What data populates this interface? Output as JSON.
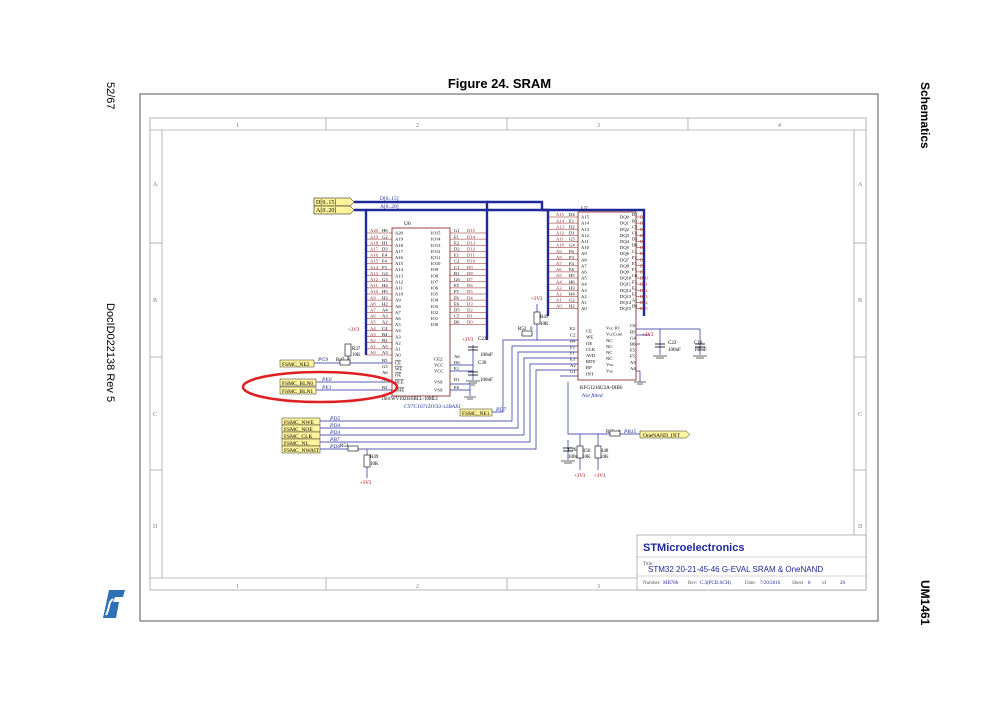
{
  "page": {
    "figure_title": "Figure 24. SRAM",
    "left_page_number": "52/67",
    "left_doc_id": "DocID022138 Rev 5",
    "right_section": "Schematics",
    "right_doc_name": "UM1461"
  },
  "frame": {
    "col_labels": [
      "1",
      "2",
      "3",
      "4"
    ],
    "row_labels": [
      "A",
      "B",
      "C",
      "D"
    ]
  },
  "title_block": {
    "company": "STMicroelectronics",
    "title_label": "Title:",
    "title": "STM32 20-21-45-46 G-EVAL SRAM & OneNAND",
    "number_label": "Number:",
    "number": "MB786",
    "rev_label": "Rev:",
    "rev": "C.3(PCB.SCH)",
    "date_label": "Date:",
    "date": "7/20/2016",
    "sheet_label": "Sheet",
    "sheet": "8",
    "of_label": "of",
    "total": "20"
  },
  "bus_ports": [
    "D[0..15]",
    "A[0..20]"
  ],
  "bus_net_labels": [
    "D[0..15]",
    "A[0..20]"
  ],
  "u6": {
    "ref": "U6",
    "part": "CY7C1071DV33-12BAXI",
    "part_top": "IS61WV102416BLL-10MLI",
    "addr_pins": [
      "A20",
      "A19",
      "A18",
      "A17",
      "A16",
      "A15",
      "A14",
      "A13",
      "A12",
      "A11",
      "A10",
      "A9",
      "A8",
      "A7",
      "A6",
      "A5",
      "A4",
      "A3",
      "A2",
      "A1",
      "A0"
    ],
    "addr_balls": [
      "H6",
      "G2",
      "H1",
      "D3",
      "E4",
      "F4",
      "F3",
      "G4",
      "G3",
      "H4",
      "H5",
      "H3",
      "H2",
      "A4",
      "A3",
      "A2",
      "C4",
      "B4",
      "B3",
      "A5",
      "A3"
    ],
    "data_pins": [
      "IO15",
      "IO14",
      "IO13",
      "IO12",
      "IO11",
      "IO10",
      "IO9",
      "IO8",
      "IO7",
      "IO6",
      "IO5",
      "IO4",
      "IO3",
      "IO2",
      "IO1",
      "IO0"
    ],
    "data_balls": [
      "G1",
      "F1",
      "E2",
      "D2",
      "E1",
      "C2",
      "C1",
      "B1",
      "G6",
      "E5",
      "F5",
      "F6",
      "E6",
      "D5",
      "C5",
      "B6"
    ],
    "data_nets": [
      "D15",
      "D14",
      "D13",
      "D12",
      "D11",
      "D10",
      "D9",
      "D8",
      "D7",
      "D6",
      "D5",
      "D4",
      "D3",
      "D2",
      "D1",
      "D0"
    ],
    "ctrl_left_balls": [
      "B5",
      "G5",
      "A6"
    ],
    "ctrl_left": [
      "CE",
      "WE",
      "OE"
    ],
    "ctrl_right": [
      "CE2",
      "VCC",
      "VCC"
    ],
    "ctrl_right_balls": [
      "A6",
      "D6",
      "E1"
    ],
    "bls": [
      "BLE",
      "BHE"
    ],
    "bls_balls": [
      "A1",
      "B2"
    ],
    "vss": [
      "VSS",
      "VSS"
    ],
    "vss_balls": [
      "D1",
      "E6"
    ]
  },
  "u7": {
    "ref": "U7",
    "part": "KFG1216U2A-DIB6",
    "note": "Not fitted",
    "addr_pins": [
      "A15",
      "A14",
      "A13",
      "A12",
      "A11",
      "A10",
      "A9",
      "A8",
      "A7",
      "A6",
      "A5",
      "A4",
      "A3",
      "A2",
      "A1",
      "A0"
    ],
    "addr_nets": [
      "A15",
      "A14",
      "A13",
      "A12",
      "A11",
      "A10",
      "A9",
      "A8",
      "A7",
      "A6",
      "A5",
      "A4",
      "A3",
      "A2",
      "A1",
      "A0"
    ],
    "addr_balls": [
      "D4",
      "E1",
      "D2",
      "D1",
      "G5",
      "G4",
      "F6",
      "F3",
      "F4",
      "E6",
      "H5",
      "H6",
      "H3",
      "H4",
      "G2",
      "H2"
    ],
    "data_pins": [
      "DQ0",
      "DQ1",
      "DQ2",
      "DQ3",
      "DQ4",
      "DQ5",
      "DQ6",
      "DQ7",
      "DQ8",
      "DQ9",
      "DQ10",
      "DQ11",
      "DQ12",
      "DQ13",
      "DQ14",
      "DQ15"
    ],
    "data_balls": [
      "D1",
      "B1",
      "C5",
      "C4",
      "D5",
      "D6",
      "C1",
      "F2",
      "E1",
      "F1",
      "C6",
      "F3",
      "E2",
      "E3",
      "A1",
      "D6"
    ],
    "data_nets": [
      "D0",
      "D1",
      "D2",
      "D3",
      "D4",
      "D5",
      "D6",
      "D7",
      "D8",
      "D9",
      "D10",
      "D11",
      "D12",
      "D13",
      "D14",
      "D15"
    ],
    "ctrl_left": [
      "CE",
      "WE",
      "OE",
      "CLK",
      "AVD",
      "RDY",
      "RP",
      "INT"
    ],
    "ctrl_left_balls": [
      "E2",
      "C2",
      "B4",
      "F2",
      "F1",
      "E3",
      "A2",
      "G1"
    ],
    "right_pins": [
      "Vcc IO",
      "VccCore",
      "NC",
      "NC",
      "NC",
      "NC",
      "Vss",
      "Vss"
    ],
    "right_balls": [
      "C6",
      "B5",
      "G4",
      "B6",
      "E5",
      "F5",
      "A5",
      "A4"
    ]
  },
  "labels": {
    "fsmc_ne2": "FSMC_NE2",
    "fsmc_bln0": "FSMC_BLN0",
    "fsmc_bln1": "FSMC_BLN1",
    "fsmc_ne1": "FSMC_NE1",
    "fsmc_nwe": "FSMC_NWE",
    "fsmc_noe": "FSMC_NOE",
    "fsmc_clk": "FSMC_CLK",
    "fsmc_nl": "FSMC_NL",
    "fsmc_nwait": "FSMC_NWAIT",
    "onenand_int": "OneNAND_INT"
  },
  "nets": {
    "pg9": "PG9",
    "pe0": "PE0",
    "pe1": "PE1",
    "pd7": "PD7",
    "pd5": "PD5",
    "pd4": "PD4",
    "pd3": "PD3",
    "pb7": "PB7",
    "pd6": "PD6",
    "pb15": "PB15"
  },
  "components": {
    "r47": "R47",
    "r47_val": "0",
    "r37": "R37",
    "r37_val": "10K",
    "r52": "R52",
    "r52_val": "0",
    "r45": "R45",
    "r45_val": "10K",
    "r54": "R54",
    "r49": "R49",
    "r49_val": "10K",
    "r55": "R55",
    "r55_val": "0",
    "r56": "R56",
    "r56_val": "10K",
    "r48": "R48",
    "r48_val": "10K",
    "c23": "C23",
    "c23_val": "100nF",
    "c30": "C30",
    "c30_val": "100nF",
    "c22": "C22",
    "c22_val": "100nF",
    "c18": "C18",
    "c18_val": "100nF",
    "c26": "C26",
    "c26_val": "100nF"
  },
  "power": {
    "vcc": "+3V3"
  }
}
